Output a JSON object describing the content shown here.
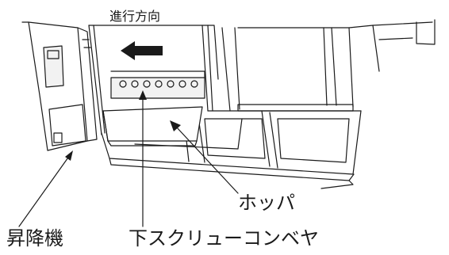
{
  "labels": {
    "direction": "進行方向",
    "hopper": "ホッパ",
    "lifter": "昇降機",
    "lower_screw_conveyor": "下スクリューコンベヤ"
  },
  "colors": {
    "ink": "#1a1a1a",
    "background": "#ffffff",
    "fill_gray": "#f2f2f2"
  },
  "icons": [
    "direction-arrow-icon"
  ]
}
